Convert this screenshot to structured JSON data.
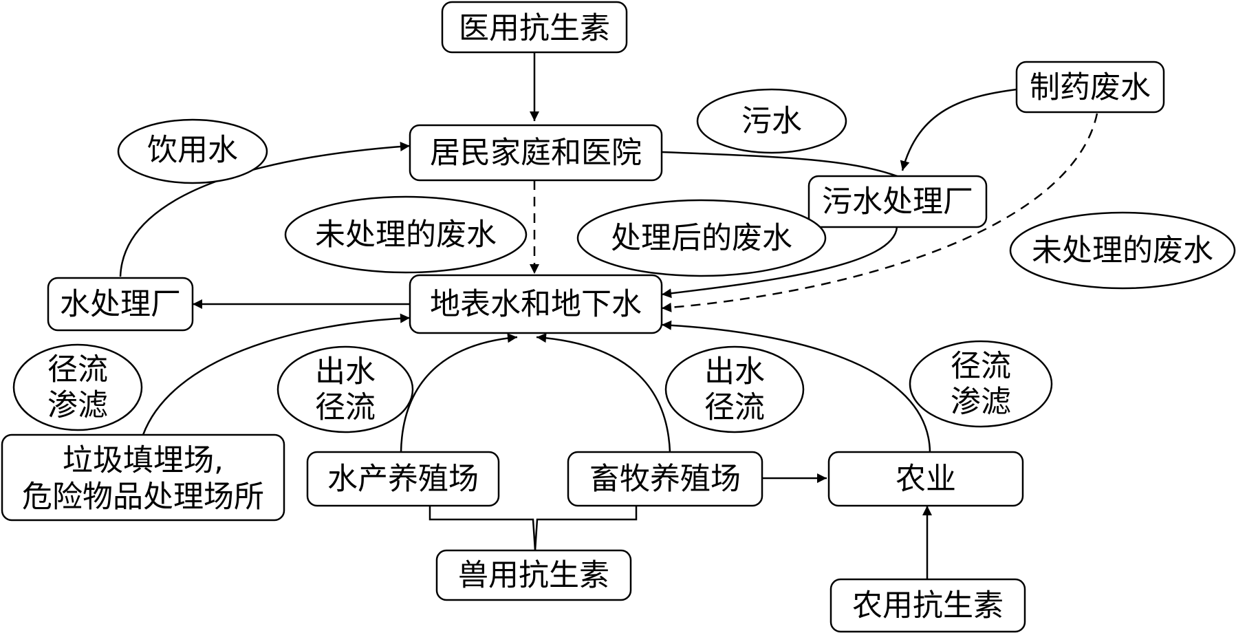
{
  "nodes": {
    "medical_antibiotics": "医用抗生素",
    "households_hospitals": "居民家庭和医院",
    "pharma_wastewater": "制药废水",
    "sewage_plant": "污水处理厂",
    "surface_ground_water": "地表水和地下水",
    "water_plant": "水处理厂",
    "landfill_line1": "垃圾填埋场,",
    "landfill_line2": "危险物品处理场所",
    "aquaculture": "水产养殖场",
    "livestock": "畜牧养殖场",
    "agriculture": "农业",
    "veterinary_antibiotics": "兽用抗生素",
    "agricultural_antibiotics": "农用抗生素"
  },
  "labels": {
    "drinking_water": "饮用水",
    "sewage": "污水",
    "untreated_wastewater_left": "未处理的废水",
    "treated_wastewater": "处理后的废水",
    "untreated_wastewater_right": "未处理的废水",
    "runoff_seepage_left_l1": "径流",
    "runoff_seepage_left_l2": "渗滤",
    "effluent_runoff_left_l1": "出水",
    "effluent_runoff_left_l2": "径流",
    "effluent_runoff_right_l1": "出水",
    "effluent_runoff_right_l2": "径流",
    "runoff_seepage_right_l1": "径流",
    "runoff_seepage_right_l2": "渗滤"
  }
}
